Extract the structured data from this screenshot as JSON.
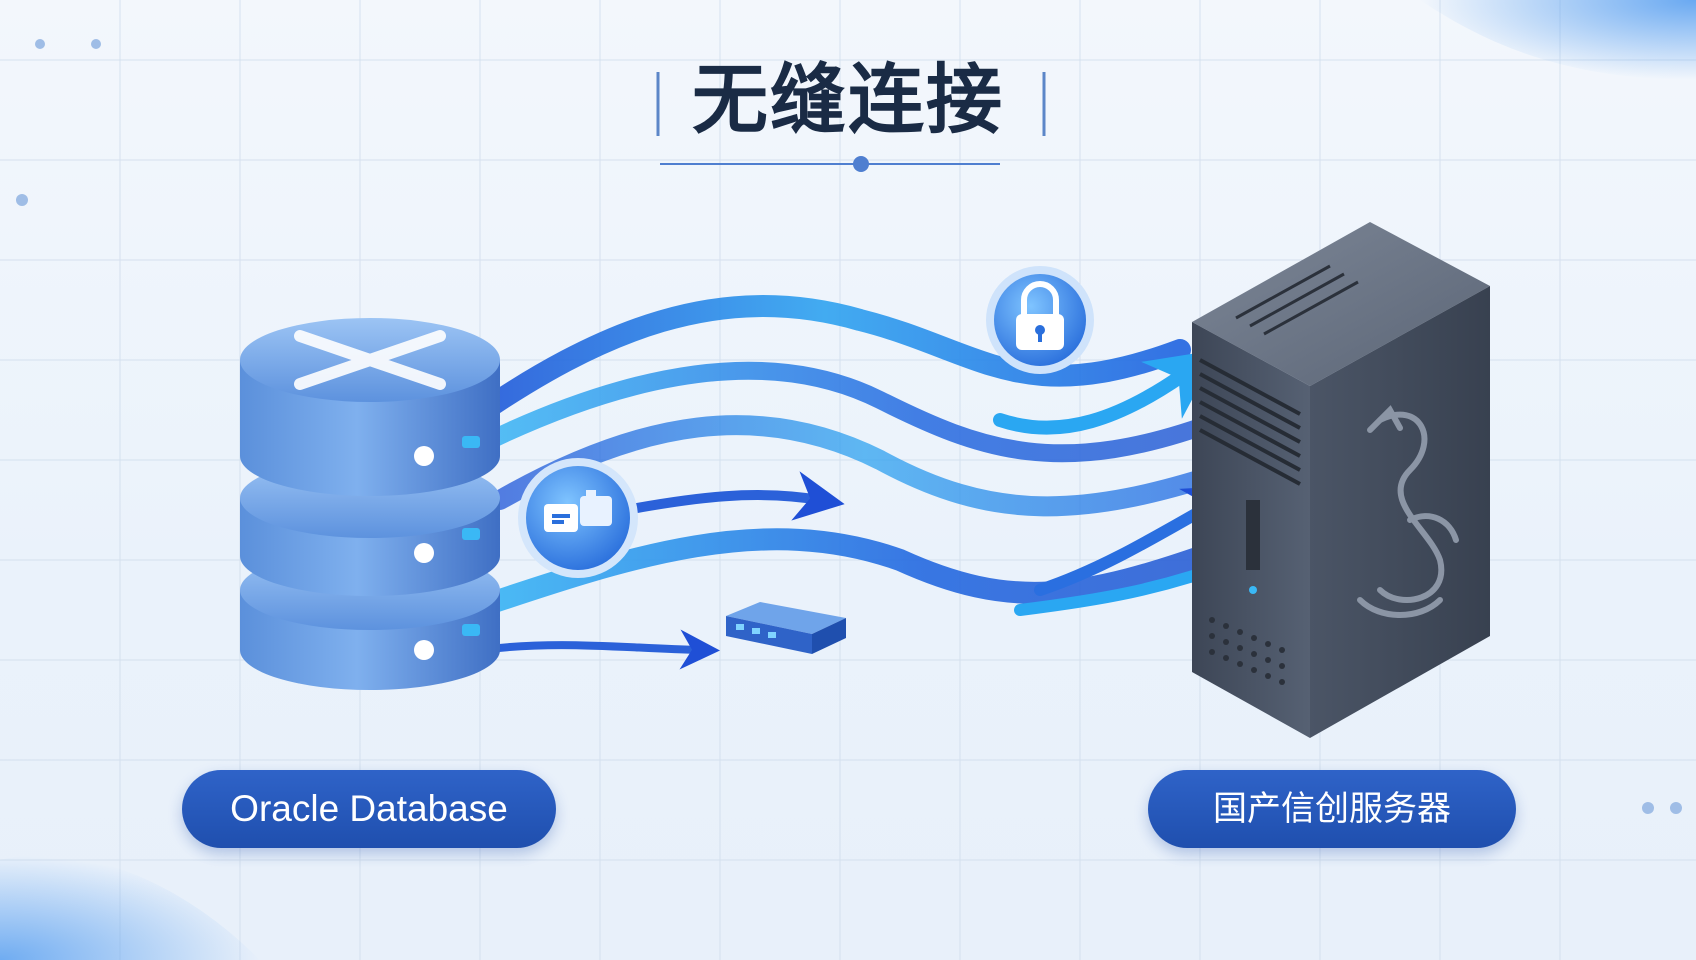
{
  "title": "无缝连接",
  "source": {
    "label": "Oracle Database",
    "icon": "database-icon"
  },
  "target": {
    "label": "国产信创服务器",
    "icon": "server-tower-icon"
  },
  "badges": [
    {
      "name": "lock-badge",
      "icon": "lock-icon"
    },
    {
      "name": "connector-badge",
      "icon": "plug-connector-icon"
    }
  ],
  "adapter": {
    "icon": "network-adapter-icon"
  },
  "colors": {
    "accent": "#2f63c8",
    "flow_light": "#38b8f2",
    "flow_dark": "#1f4fd6",
    "title": "#1a2b45",
    "server_body": "#4a5565",
    "background": "#eef4fb"
  }
}
